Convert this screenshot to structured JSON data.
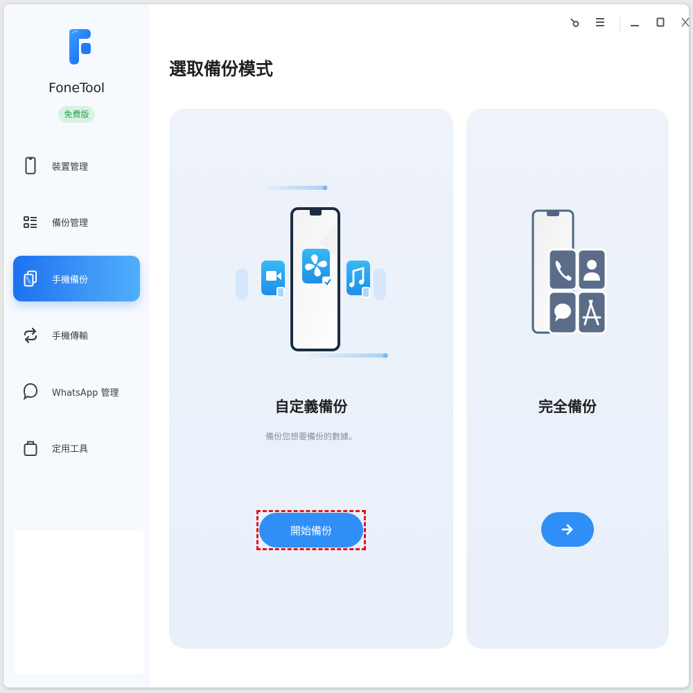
{
  "app": {
    "name": "FoneTool",
    "edition": "免費版",
    "brand_color": "#1a72f0"
  },
  "titlebar": {
    "buttons": [
      {
        "name": "key-icon"
      },
      {
        "name": "menu-icon"
      },
      {
        "name": "minimize-icon"
      },
      {
        "name": "maximize-icon"
      },
      {
        "name": "close-icon"
      }
    ]
  },
  "sidebar": {
    "items": [
      {
        "label": "裝置管理",
        "icon": "phone-icon",
        "active": false
      },
      {
        "label": "備份管理",
        "icon": "list-icon",
        "active": false
      },
      {
        "label": "手機備份",
        "icon": "copy-icon",
        "active": true
      },
      {
        "label": "手機傳輸",
        "icon": "transfer-icon",
        "active": false
      },
      {
        "label": "WhatsApp 管理",
        "icon": "chat-icon",
        "active": false
      },
      {
        "label": "定用工具",
        "icon": "toolbox-icon",
        "active": false
      }
    ]
  },
  "main": {
    "title": "選取備份模式",
    "cards": [
      {
        "title": "自定義備份",
        "description": "備份您想要備份的數據。",
        "button_label": "開始備份",
        "highlighted": true
      },
      {
        "title": "完全備份",
        "button_icon": "arrow-right-icon"
      }
    ]
  },
  "colors": {
    "button": "#2f8ff6",
    "card_bg": "#eaf1fa",
    "highlight": "#e4141b"
  }
}
